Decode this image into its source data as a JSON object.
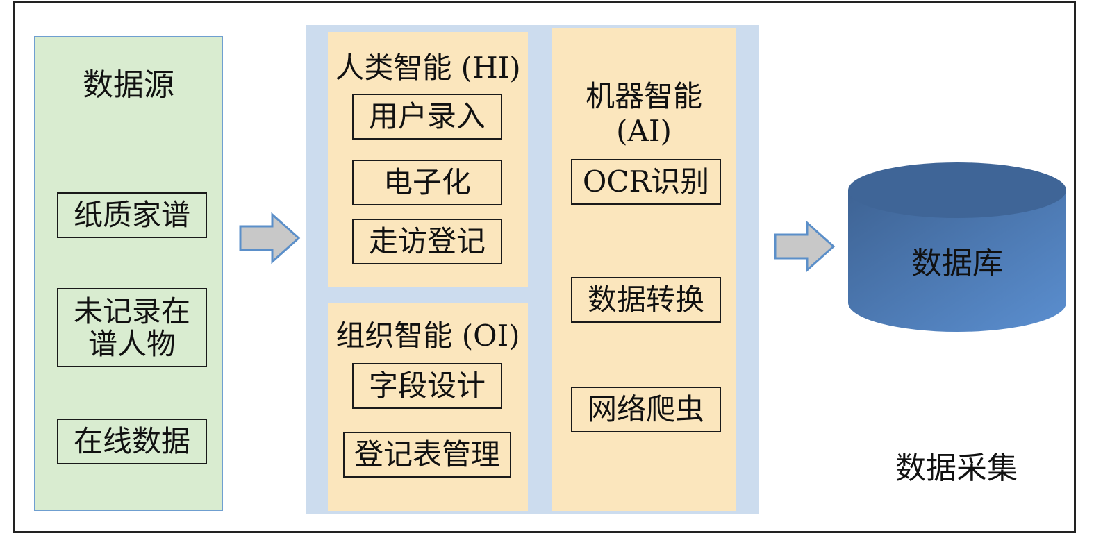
{
  "source": {
    "title": "数据源",
    "items": [
      "纸质家谱",
      "未记录在谱人物",
      "在线数据"
    ]
  },
  "human": {
    "title": "人类智能 (HI)",
    "items": [
      "用户录入",
      "电子化",
      "走访登记"
    ]
  },
  "org": {
    "title": "组织智能 (OI)",
    "items": [
      "字段设计",
      "登记表管理"
    ]
  },
  "machine": {
    "title": "机器智能 (AI)",
    "items": [
      "OCR识别",
      "数据转换",
      "网络爬虫"
    ]
  },
  "database": {
    "label": "数据库"
  },
  "caption": "数据采集",
  "colors": {
    "source_fill": "#d9ecd0",
    "source_border": "#6f9fd0",
    "panel_fill": "#ccdcee",
    "sub_fill": "#fbe6bd",
    "arrow_fill": "#c8c8c8",
    "arrow_stroke": "#5b8fc9",
    "db_top": "#3e6394",
    "db_bottom": "#5b8fd0"
  }
}
